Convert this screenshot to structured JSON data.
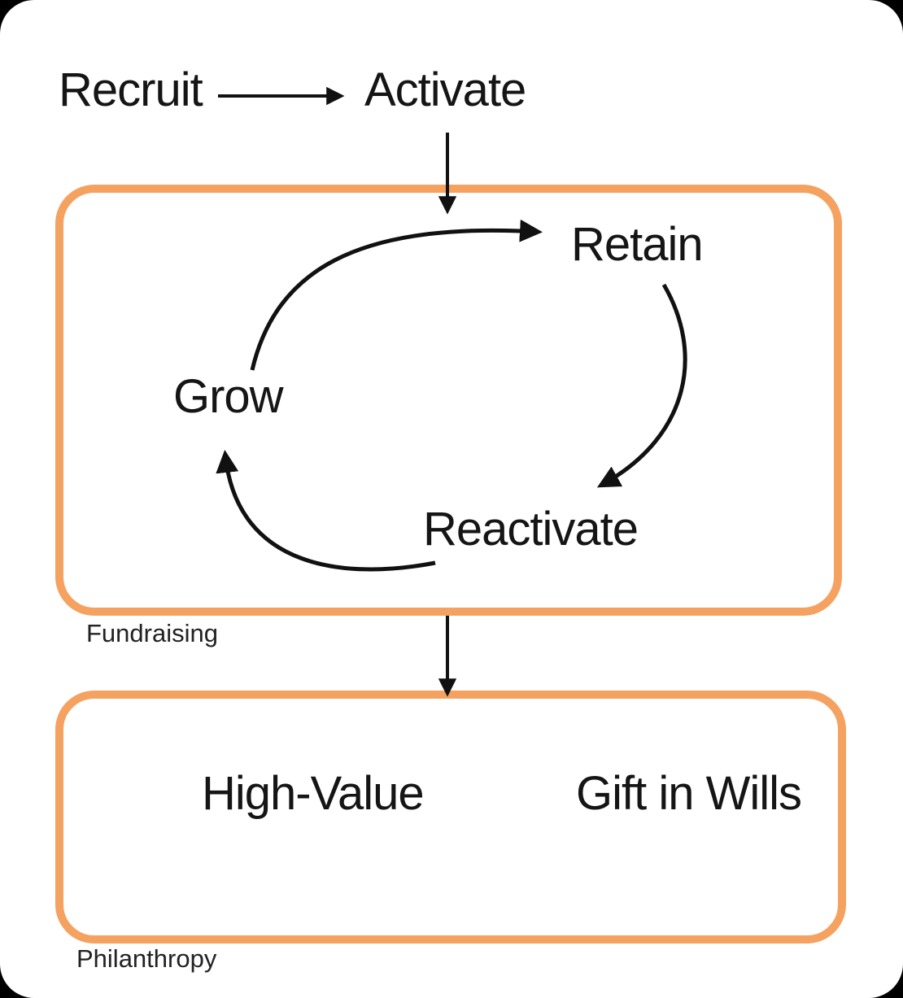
{
  "diagram": {
    "type": "flow",
    "title_implied": "Donor lifecycle flow",
    "top_flow": {
      "recruit_label": "Recruit",
      "activate_label": "Activate"
    },
    "fundraising_box": {
      "caption": "Fundraising",
      "cycle_nodes": {
        "retain": "Retain",
        "grow": "Grow",
        "reactivate": "Reactivate"
      },
      "cycle_order": [
        "Grow",
        "Retain",
        "Reactivate"
      ]
    },
    "philanthropy_box": {
      "caption": "Philanthropy",
      "items": {
        "high_value": "High-Value",
        "gift_in_wills": "Gift in Wills"
      }
    },
    "arrows": [
      {
        "from": "Recruit",
        "to": "Activate"
      },
      {
        "from": "Activate",
        "to": "Fundraising box"
      },
      {
        "from": "Grow",
        "to": "Retain"
      },
      {
        "from": "Retain",
        "to": "Reactivate"
      },
      {
        "from": "Reactivate",
        "to": "Grow"
      },
      {
        "from": "Fundraising box",
        "to": "Philanthropy box"
      }
    ]
  },
  "colors": {
    "box_border": "#f5a160",
    "arrow": "#111111",
    "text": "#151515",
    "canvas": "#ffffff",
    "page_background": "#000000"
  }
}
